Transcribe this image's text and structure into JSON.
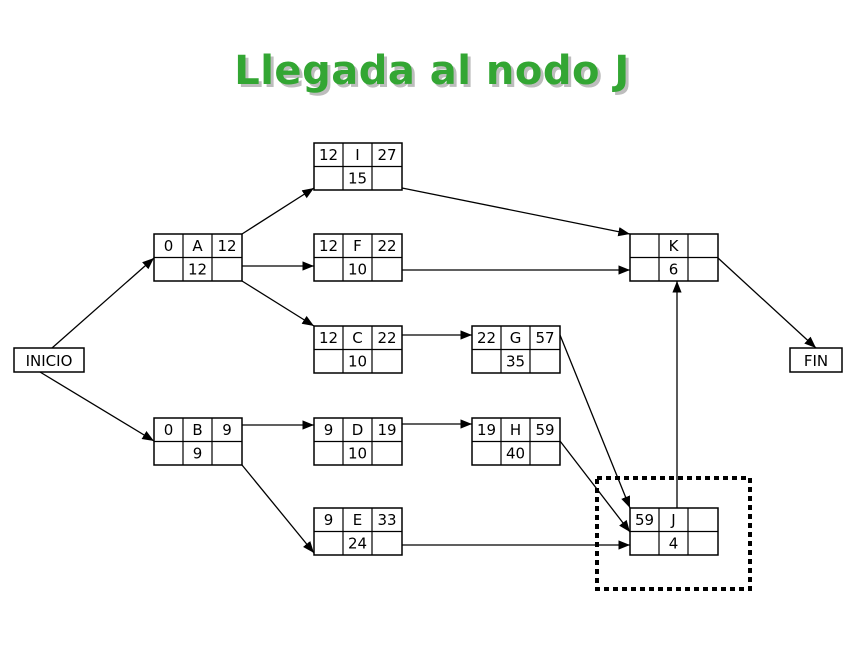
{
  "title": "Llegada al nodo J",
  "colors": {
    "title": "#33a633",
    "title_shadow": "#bdbdbd",
    "line": "#000000",
    "highlight": "#000000"
  },
  "terminals": {
    "start": "INICIO",
    "end": "FIN"
  },
  "nodes": [
    {
      "id": "A",
      "es": "0",
      "ef": "12",
      "duration": "12"
    },
    {
      "id": "B",
      "es": "0",
      "ef": "9",
      "duration": "9"
    },
    {
      "id": "I",
      "es": "12",
      "ef": "27",
      "duration": "15"
    },
    {
      "id": "F",
      "es": "12",
      "ef": "22",
      "duration": "10"
    },
    {
      "id": "C",
      "es": "12",
      "ef": "22",
      "duration": "10"
    },
    {
      "id": "D",
      "es": "9",
      "ef": "19",
      "duration": "10"
    },
    {
      "id": "E",
      "es": "9",
      "ef": "33",
      "duration": "24"
    },
    {
      "id": "G",
      "es": "22",
      "ef": "57",
      "duration": "35"
    },
    {
      "id": "H",
      "es": "19",
      "ef": "59",
      "duration": "40"
    },
    {
      "id": "K",
      "es": "",
      "ef": "",
      "duration": "6"
    },
    {
      "id": "J",
      "es": "59",
      "ef": "",
      "duration": "4"
    }
  ],
  "edges": [
    [
      "INICIO",
      "A"
    ],
    [
      "INICIO",
      "B"
    ],
    [
      "A",
      "I"
    ],
    [
      "A",
      "F"
    ],
    [
      "A",
      "C"
    ],
    [
      "B",
      "D"
    ],
    [
      "B",
      "E"
    ],
    [
      "I",
      "K"
    ],
    [
      "F",
      "K"
    ],
    [
      "C",
      "G"
    ],
    [
      "D",
      "H"
    ],
    [
      "G",
      "J"
    ],
    [
      "H",
      "J"
    ],
    [
      "E",
      "J"
    ],
    [
      "J",
      "K"
    ],
    [
      "K",
      "FIN"
    ]
  ],
  "highlighted_node": "J"
}
